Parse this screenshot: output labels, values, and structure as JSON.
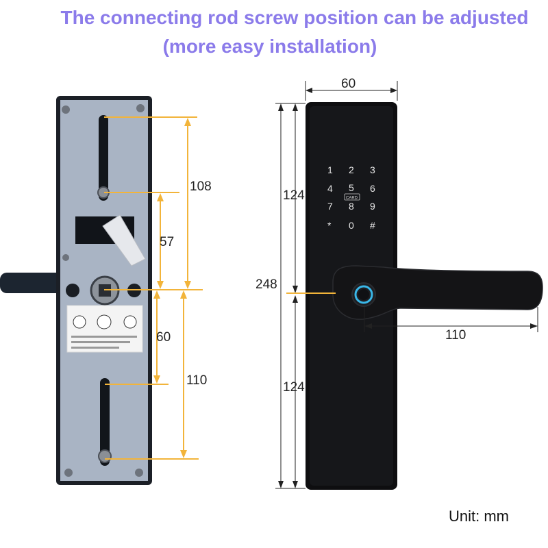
{
  "title": {
    "line1": "The connecting rod screw position can be adjusted",
    "line2": "(more easy installation)"
  },
  "left_dimensions": {
    "d108": "108",
    "d57": "57",
    "d60": "60",
    "d110": "110"
  },
  "right_dimensions": {
    "width": "60",
    "top_half": "124",
    "total": "248",
    "bottom_half": "124",
    "handle": "110"
  },
  "keypad": {
    "keys": [
      "1",
      "2",
      "3",
      "4",
      "5",
      "6",
      "7",
      "8",
      "9",
      "*",
      "0",
      "#"
    ],
    "card_label": "CARD"
  },
  "unit_label": "Unit: mm",
  "colors": {
    "title": "#8b7bea",
    "dimension_line": "#f2b43a",
    "lock_body": "#0e0e10",
    "back_plate": "#a9b4c4"
  }
}
